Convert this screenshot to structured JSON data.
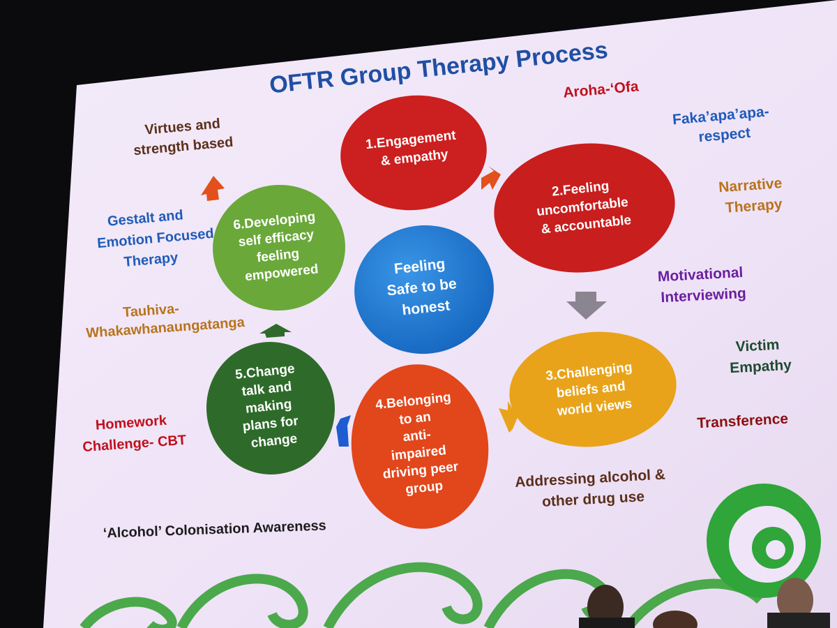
{
  "slide": {
    "title": "OFTR Group Therapy Process",
    "center_circle": [
      "Feeling",
      "Safe to be",
      "honest"
    ],
    "steps": [
      {
        "id": "step-1",
        "lines": [
          "1.Engagement",
          "& empathy"
        ],
        "color": "#cc1f1f"
      },
      {
        "id": "step-2",
        "lines": [
          "2.Feeling",
          "uncomfortable",
          "& accountable"
        ],
        "color": "#c81e1e"
      },
      {
        "id": "step-3",
        "lines": [
          "3.Challenging",
          "beliefs and",
          "world views"
        ],
        "color": "#e8a31a"
      },
      {
        "id": "step-4",
        "lines": [
          "4.Belonging",
          "to an",
          "anti-",
          "impaired",
          "driving peer",
          "group"
        ],
        "color": "#e2461b"
      },
      {
        "id": "step-5",
        "lines": [
          "5.Change",
          "talk and",
          "making",
          "plans for",
          "change"
        ],
        "color": "#2e6b2a"
      },
      {
        "id": "step-6",
        "lines": [
          "6.Developing",
          "self efficacy",
          "feeling",
          "empowered"
        ],
        "color": "#6aa83a"
      }
    ],
    "labels": {
      "aroha": "Aroha-‘Ofa",
      "fakaapaapa": [
        "Faka’apa’apa-",
        "respect"
      ],
      "narrative": [
        "Narrative",
        "Therapy"
      ],
      "motivational": [
        "Motivational",
        "Interviewing"
      ],
      "victim": [
        "Victim",
        "Empathy"
      ],
      "transference": "Transference",
      "addressing": [
        "Addressing alcohol &",
        "other drug use"
      ],
      "colonisation": "‘Alcohol’ Colonisation Awareness",
      "homework": [
        "Homework",
        "Challenge- CBT"
      ],
      "tauhiva": [
        "Tauhiva-",
        "Whakawhanaungatanga"
      ],
      "gestalt": [
        "Gestalt and",
        "Emotion Focused",
        "Therapy"
      ],
      "virtues": [
        "Virtues and",
        "strength based"
      ]
    },
    "colors": {
      "slide_bg": "#efe4f8",
      "title": "#1f4fa3",
      "center": "#1f78d1",
      "red_label": "#c0101c",
      "blue_label": "#1f5bb8",
      "orange_label": "#b8731c",
      "purple_label": "#6a1fa0",
      "darkgreen_label": "#1f4a2e",
      "darkred_label": "#8a1010",
      "brown_label": "#5a2f1a",
      "arrow_orange": "#e2501b",
      "arrow_grey": "#8a8590",
      "arrow_gold": "#e8a31a",
      "arrow_blue": "#1f5bd1",
      "arrow_green": "#2e6b2a",
      "koru": "#3aa33a"
    }
  }
}
